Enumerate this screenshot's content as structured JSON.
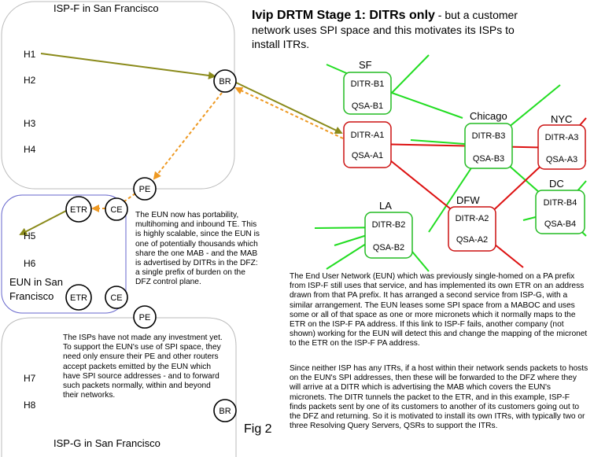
{
  "title": {
    "bold": "Ivip DRTM Stage 1: DITRs only",
    "rest_line1": " - but a customer",
    "line2": "network uses SPI space and this motivates its ISPs to",
    "line3": "install ITRs."
  },
  "isp_f": {
    "label": "ISP-F in San Francisco",
    "hosts": [
      "H1",
      "H2",
      "H3",
      "H4"
    ],
    "router": "BR"
  },
  "isp_g": {
    "label": "ISP-G in San Francisco",
    "hosts": [
      "H7",
      "H8"
    ],
    "router": "BR",
    "pe": "PE"
  },
  "eun": {
    "label_line1": "EUN in San",
    "label_line2": "Francisco",
    "hosts": [
      "H5",
      "H6"
    ],
    "etr": "ETR",
    "ce": "CE",
    "pe_f": "PE"
  },
  "sites": [
    {
      "city": "SF",
      "boxes": [
        {
          "top": "DITR-B1",
          "bottom": "QSA-B1",
          "color": "#22bb22"
        },
        {
          "top": "DITR-A1",
          "bottom": "QSA-A1",
          "color": "#cc1111"
        }
      ]
    },
    {
      "city": "Chicago",
      "boxes": [
        {
          "top": "DITR-B3",
          "bottom": "QSA-B3",
          "color": "#22bb22"
        }
      ]
    },
    {
      "city": "NYC",
      "boxes": [
        {
          "top": "DITR-A3",
          "bottom": "QSA-A3",
          "color": "#cc1111"
        }
      ]
    },
    {
      "city": "DC",
      "boxes": [
        {
          "top": "DITR-B4",
          "bottom": "QSA-B4",
          "color": "#22bb22"
        }
      ]
    },
    {
      "city": "LA",
      "boxes": [
        {
          "top": "DITR-B2",
          "bottom": "QSA-B2",
          "color": "#22bb22"
        }
      ]
    },
    {
      "city": "DFW",
      "boxes": [
        {
          "top": "DITR-A2",
          "bottom": "QSA-A2",
          "color": "#cc1111"
        }
      ]
    }
  ],
  "notes": {
    "eun_note": "The EUN now has portability, multihoming and inbound TE.  This is highly scalable, since the EUN is one of potentially thousands which share the one MAB - and the MAB is advertised by DITRs in the DFZ: a single prefix of burden on the DFZ control plane.",
    "isp_note": "The ISPs have not made any investment yet. To support the EUN's use of SPI space, they need only ensure their PE and other routers accept packets emitted by the EUN which have SPI source addresses - and to forward such packets normally, within and beyond their networks.",
    "right_para1": "The End User Network (EUN) which was previously single-homed on a PA prefix from ISP-F still uses that service, and has implemented its own ETR on an address drawn from that PA prefix.  It has arranged a second service from ISP-G, with a similar arrangement. The EUN leases some SPI space from a MABOC and uses some or all of that space as one or more micronets which it normally maps to the ETR on the ISP-F PA address.  If this link to ISP-F fails, another company (not shown) working for the EUN will detect this and change the mapping of the micronet to the ETR on the ISP-F PA address.",
    "right_para2": "Since neither ISP has any ITRs, if a host within their network sends packets to hosts on the EUN's SPI addresses, then these will be forwarded to the DFZ where they will arrive at a DITR which is advertising the MAB which covers the EUN's micronets.  The DITR tunnels the packet to the ETR, and in this example, ISP-F finds packets sent by one of its customers to another of its customers going out to the DFZ and returning.  So it is motivated to install its own ITRs, with typically two or three Resolving Query Servers, QSRs to support the ITRs."
  },
  "fig_label": "Fig 2",
  "colors": {
    "green": "#22dd22",
    "red": "#dd1111",
    "olive": "#8a8a1a",
    "orange": "#ee9922",
    "eun_border": "#6666cc",
    "cloud_border": "#bbbbbb"
  }
}
